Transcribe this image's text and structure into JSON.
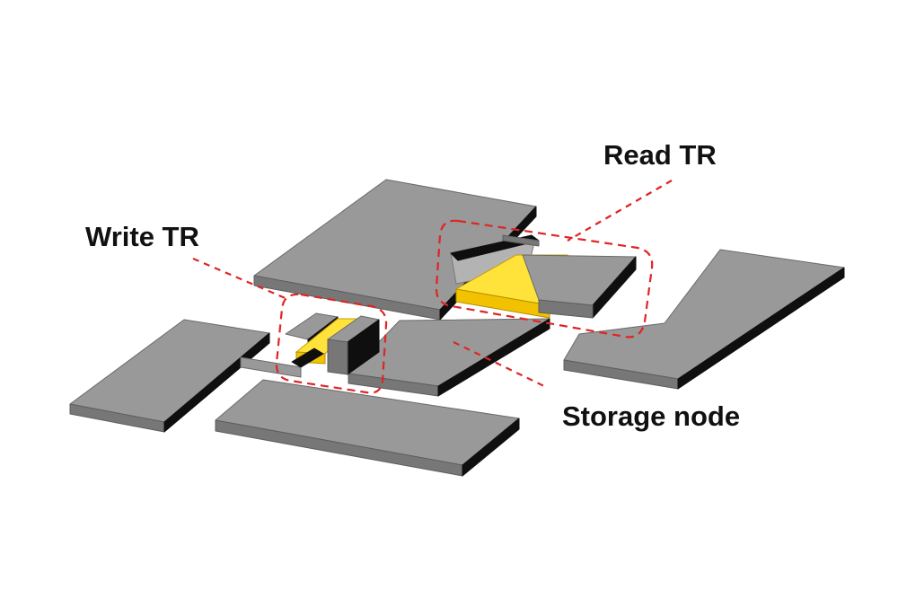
{
  "labels": {
    "read_tr": "Read TR",
    "write_tr": "Write TR",
    "storage_node": "Storage node"
  },
  "colors": {
    "metal_top": "#999999",
    "metal_front": "#777777",
    "metal_side": "#0f0f0f",
    "channel": "#f2c200",
    "highlight": "#e02424"
  }
}
